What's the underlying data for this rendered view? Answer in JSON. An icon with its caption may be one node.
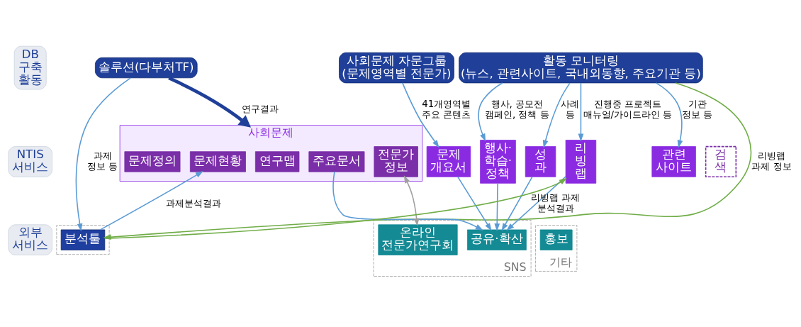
{
  "diagram": {
    "nodes": [
      {
        "text": [
          "DB 구축 활동"
        ]
      },
      {
        "text": [
          "NTIS 서비스"
        ]
      },
      {
        "text": [
          "외부 서비스"
        ]
      },
      {
        "text": [
          "솔루션(다부처TF)"
        ]
      },
      {
        "text": [
          "사회문제 자문그룹",
          "(문제영역별 전문가)"
        ]
      },
      {
        "text": [
          "활동 모니터링",
          "(뉴스, 관련사이트, 국내외동향, 주요기관 등)"
        ]
      },
      {
        "text": [
          "사회문제"
        ]
      },
      {
        "text": [
          "문제정의"
        ],
        "in": 6
      },
      {
        "text": [
          "문제현황"
        ],
        "in": 6
      },
      {
        "text": [
          "연구맵"
        ],
        "in": 6
      },
      {
        "text": [
          "주요문서"
        ],
        "in": 6
      },
      {
        "text": [
          "전문가 정보"
        ],
        "in": 6
      },
      {
        "text": [
          "문제 개요서"
        ]
      },
      {
        "text": [
          "행사· 학습· 정책"
        ]
      },
      {
        "text": [
          "성 과"
        ]
      },
      {
        "text": [
          "리 빙 랩"
        ]
      },
      {
        "text": [
          "관련 사이트"
        ]
      },
      {
        "text": [
          "검 색"
        ]
      },
      {
        "text": [],
        "shape": "box"
      },
      {
        "text": [
          "분석툴"
        ],
        "in": 18
      },
      {
        "text": [
          "SNS"
        ]
      },
      {
        "text": [
          "온라인 전문가연구회"
        ],
        "in": 20
      },
      {
        "text": [
          "공유·확산"
        ],
        "in": 20
      },
      {
        "text": [
          "기타"
        ]
      },
      {
        "text": [
          "홍보"
        ],
        "in": 23
      }
    ],
    "edges": [
      {
        "from": 3,
        "to": 19,
        "arrow": "to",
        "label": "과제 정보 등"
      },
      {
        "from": 3,
        "to": 6,
        "arrow": "to",
        "label": "연구결과",
        "style": "thick",
        "color": "#1f3f99"
      },
      {
        "from": 4,
        "to": 12,
        "arrow": "to",
        "label": "41개영역별 주요 콘텐츠"
      },
      {
        "from": 5,
        "to": 13,
        "arrow": "to",
        "label": "행사, 공모전 캠페인, 정책 등"
      },
      {
        "from": 5,
        "to": 14,
        "arrow": "to",
        "label": "사례 등"
      },
      {
        "from": 5,
        "to": 15,
        "arrow": "to",
        "label": "진행중 프로젝트 매뉴얼/가이드라인 등"
      },
      {
        "from": 5,
        "to": 16,
        "arrow": "to",
        "label": "기관 정보 등"
      },
      {
        "from": 19,
        "to": 8,
        "arrow": "to",
        "label": "과제분석결과"
      },
      {
        "from": 19,
        "to": 15,
        "arrow": "to",
        "label": "리빙랩 과제 분석결과",
        "color": "#70ad47"
      },
      {
        "from": 5,
        "to": 19,
        "arrow": "to",
        "label": "리빙랩 과제 정보",
        "color": "#70ad47"
      },
      {
        "from": 11,
        "to": 21,
        "arrow": "both",
        "color": "#a0a0a0"
      },
      {
        "from": 10,
        "to": 22,
        "arrow": "to"
      },
      {
        "from": 12,
        "to": 22,
        "arrow": "to"
      },
      {
        "from": 13,
        "to": 22,
        "arrow": "to"
      },
      {
        "from": 14,
        "to": 22,
        "arrow": "to"
      },
      {
        "from": 15,
        "to": 22,
        "arrow": "to"
      }
    ]
  }
}
